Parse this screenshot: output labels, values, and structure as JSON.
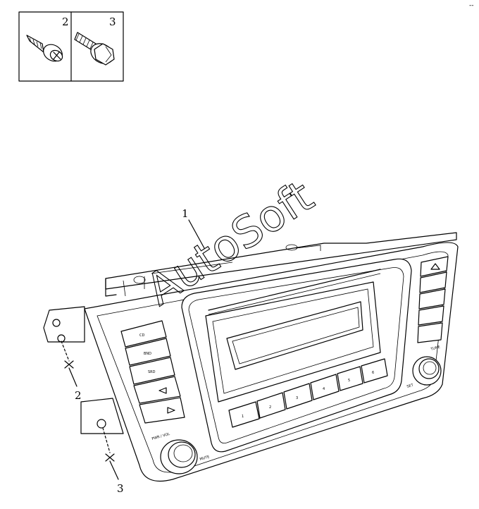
{
  "legend": {
    "items": [
      {
        "number": "2",
        "icon": "self-tapping-screw-icon"
      },
      {
        "number": "3",
        "icon": "hex-flange-bolt-icon"
      }
    ]
  },
  "callouts": {
    "radio_unit": "1",
    "screw_left": "2",
    "bolt_left": "3"
  },
  "radio": {
    "left_buttons": [
      "CD",
      "BND",
      "SRD"
    ],
    "preset_buttons": [
      "1",
      "2",
      "3",
      "4",
      "5",
      "6"
    ],
    "knob_left_label": "PWR / VOL",
    "knob_left_sub": "MUTE",
    "knob_right_label": "TUNE",
    "knob_right_sub": "SET"
  },
  "watermark": "AutoSoft",
  "corner_mark": "--"
}
